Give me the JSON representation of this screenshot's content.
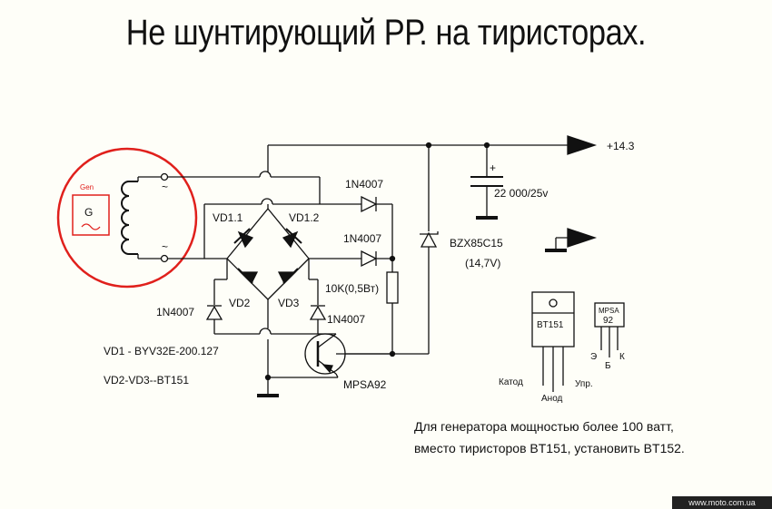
{
  "title": "Не шунтирующий РР. на тиристорах.",
  "generator": {
    "label": "Gen",
    "symbol": "G",
    "tilde": "~"
  },
  "labels": {
    "vd11": "VD1.1",
    "vd12": "VD1.2",
    "vd2": "VD2",
    "vd3": "VD3",
    "d1": "1N4007",
    "d2": "1N4007",
    "d3": "1N4007",
    "d4": "1N4007",
    "resistor": "10K(0,5Вт)",
    "zener": "BZX85C15",
    "zener_v": "(14,7V)",
    "cap": "22 000/25v",
    "plus": "+",
    "output": "+14.3",
    "transistor": "MPSA92",
    "vd1_type": "VD1 - BYV32E-200.127",
    "vd23_type": "VD2-VD3--BT151"
  },
  "bt151": {
    "name": "BT151",
    "pin1": "Катод",
    "pin2": "Анод",
    "pin3": "Упр."
  },
  "mpsa92": {
    "name1": "MPSA",
    "name2": "92",
    "pin1": "Э",
    "pin2": "Б",
    "pin3": "К"
  },
  "note": {
    "line1": "Для генератора мощностью более 100 ватт,",
    "line2": "вместо тиристоров BT151, установить BT152."
  },
  "watermark": "www.moto.com.ua",
  "colors": {
    "generator_circle": "#e0201c",
    "wire": "#111111"
  }
}
